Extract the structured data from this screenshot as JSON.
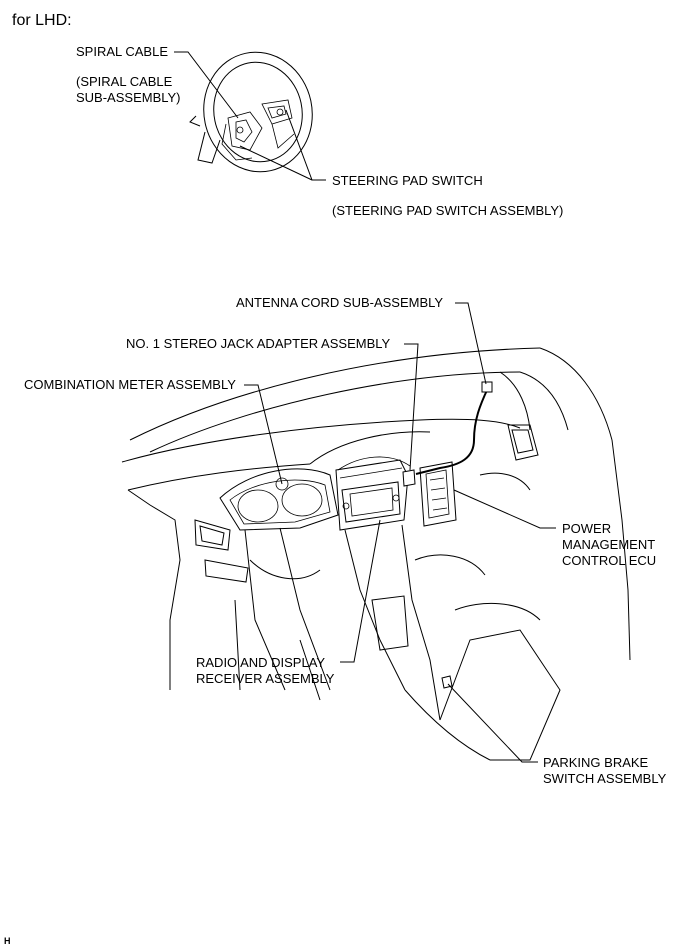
{
  "heading": "for LHD:",
  "labels": {
    "spiral_cable": "SPIRAL CABLE",
    "spiral_cable_sub_1": "(SPIRAL CABLE",
    "spiral_cable_sub_2": "SUB-ASSEMBLY)",
    "steering_pad_switch": "STEERING PAD SWITCH",
    "steering_pad_switch_assy": "(STEERING PAD SWITCH ASSEMBLY)",
    "antenna_cord": "ANTENNA CORD SUB-ASSEMBLY",
    "stereo_jack": "NO. 1 STEREO JACK ADAPTER ASSEMBLY",
    "combination_meter": "COMBINATION METER ASSEMBLY",
    "power_mgmt_1": "POWER",
    "power_mgmt_2": "MANAGEMENT",
    "power_mgmt_3": "CONTROL ECU",
    "radio_1": "RADIO AND DISPLAY",
    "radio_2": "RECEIVER ASSEMBLY",
    "parking_brake_1": "PARKING BRAKE",
    "parking_brake_2": "SWITCH ASSEMBLY"
  },
  "footer": "H"
}
